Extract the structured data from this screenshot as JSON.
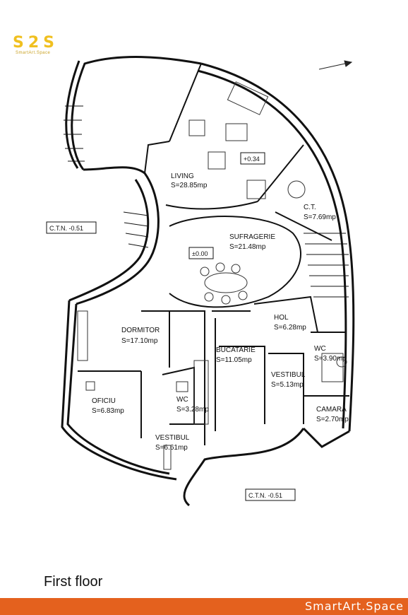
{
  "logo": {
    "mark": "S2S",
    "sub": "SmartArt.Space"
  },
  "rooms": [
    {
      "id": "living",
      "name": "LIVING",
      "area": "S=28.85mp"
    },
    {
      "id": "ct",
      "name": "C.T.",
      "area": "S=7.69mp"
    },
    {
      "id": "sufragerie",
      "name": "SUFRAGERIE",
      "area": "S=21.48mp"
    },
    {
      "id": "dormitor",
      "name": "DORMITOR",
      "area": "S=17.10mp"
    },
    {
      "id": "hol",
      "name": "HOL",
      "area": "S=6.28mp"
    },
    {
      "id": "wc1",
      "name": "WC",
      "area": "S=3.90mp"
    },
    {
      "id": "bucatarie",
      "name": "BUCATARIE",
      "area": "S=11.05mp"
    },
    {
      "id": "vestibul1",
      "name": "VESTIBUL",
      "area": "S=5.13mp"
    },
    {
      "id": "oficiu",
      "name": "OFICIU",
      "area": "S=6.83mp"
    },
    {
      "id": "wc2",
      "name": "WC",
      "area": "S=3.28mp"
    },
    {
      "id": "camara",
      "name": "CAMARA",
      "area": "S=2.70mp"
    },
    {
      "id": "vestibul2",
      "name": "VESTIBUL",
      "area": "S=6.61mp"
    }
  ],
  "levels": {
    "living": "+0.34",
    "main": "±0.00",
    "ctn_left": "C.T.N. -0.51",
    "ctn_bottom": "C.T.N. -0.51"
  },
  "caption": "First floor",
  "footer": "SmartArt.Space"
}
